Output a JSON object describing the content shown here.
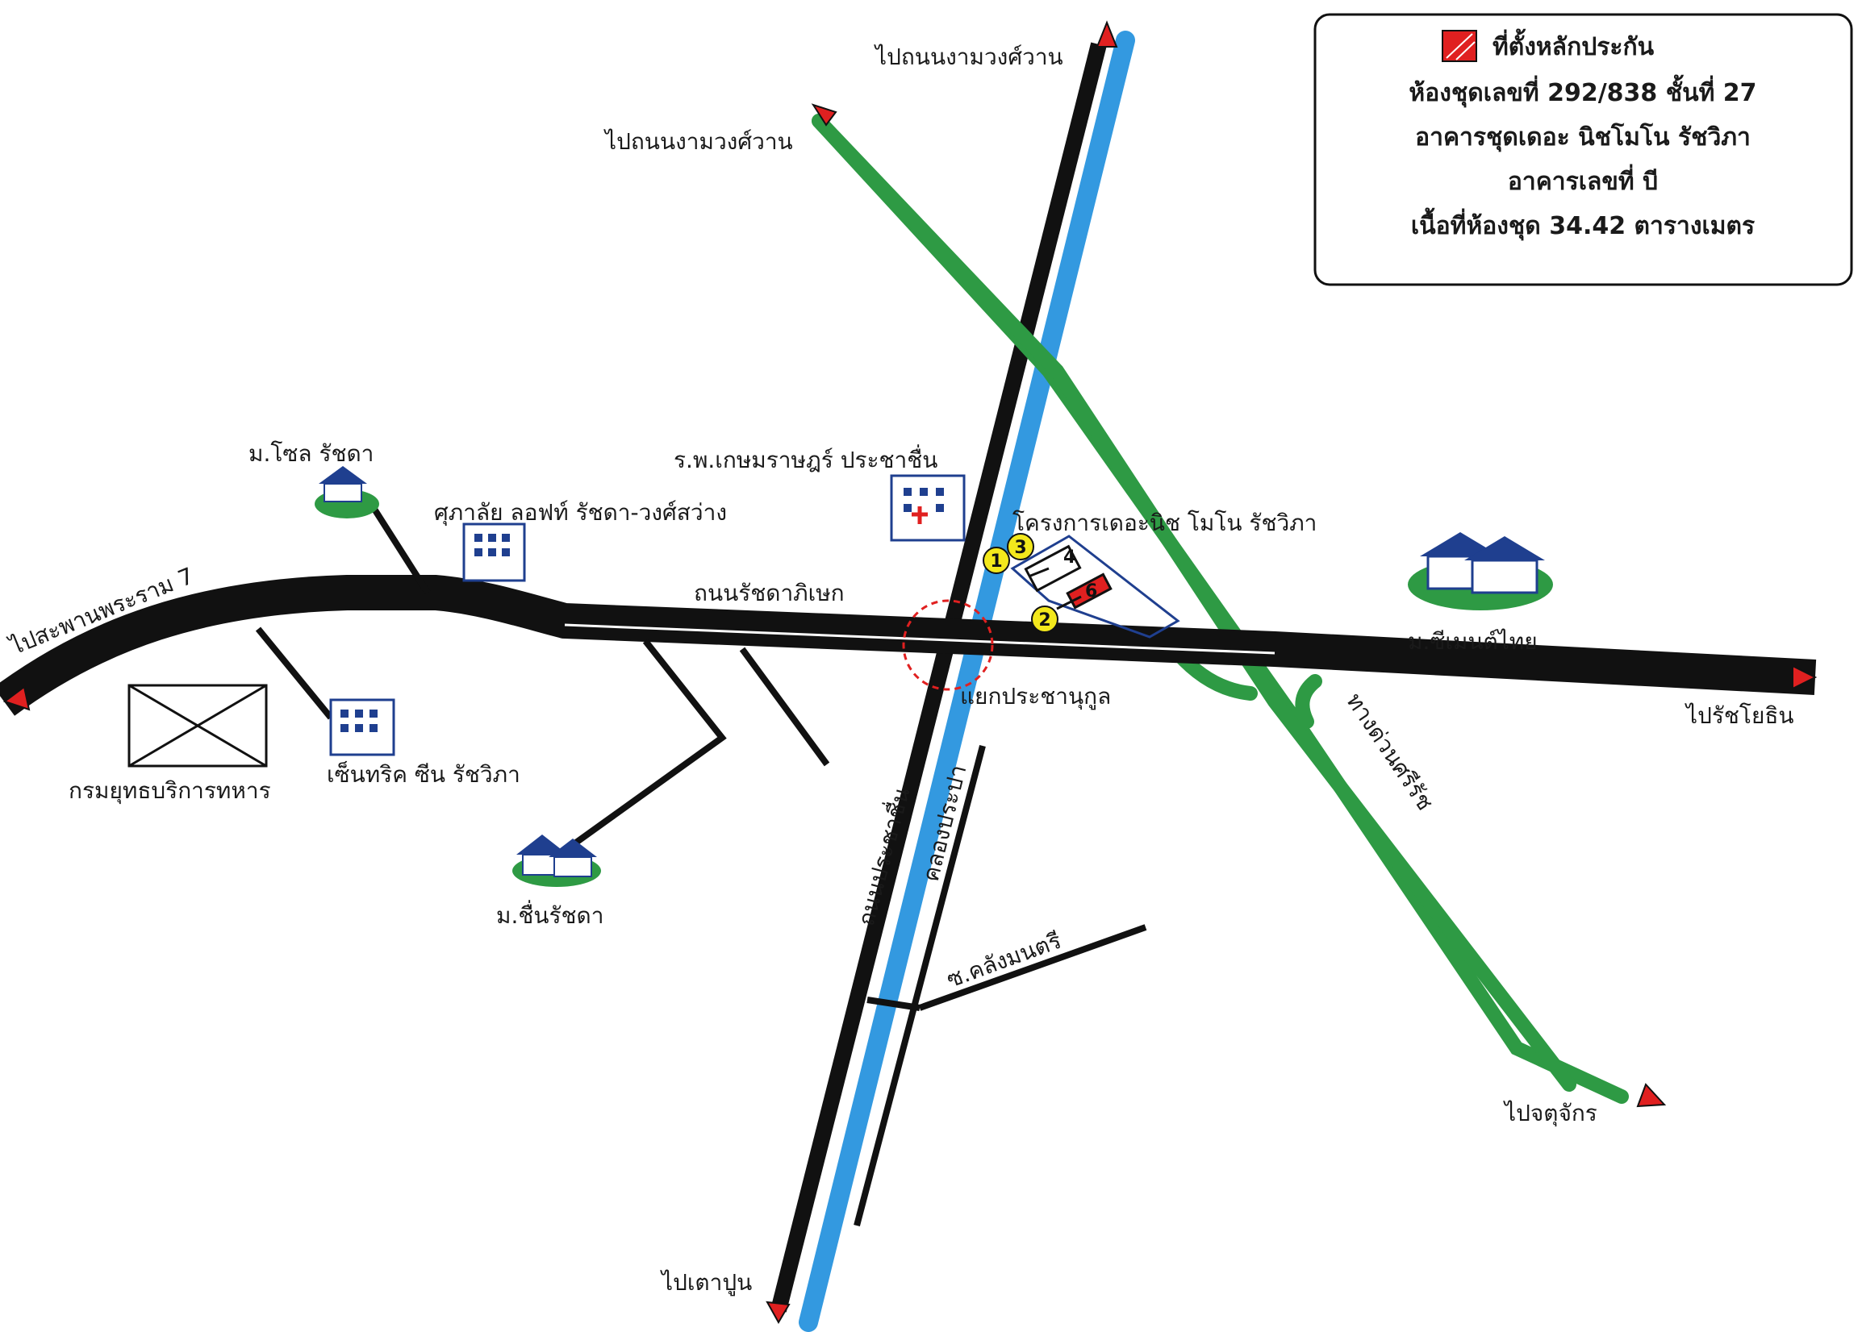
{
  "legend": {
    "title": "ที่ตั้งหลักประกัน",
    "lines": [
      "ห้องชุดเลขที่ 292/838 ชั้นที่ 27",
      "อาคารชุดเดอะ นิชโมโน รัชวิภา",
      "อาคารเลขที่ บี",
      "เนื้อที่ห้องชุด 34.42 ตารางเมตร"
    ],
    "marker_color": "#e02020"
  },
  "directions": {
    "north_top": "ไปถนนงามวงศ์วาน",
    "north_left": "ไปถนนงามวงศ์วาน",
    "west": "ไปสะพานพระราม 7",
    "east": "ไปรัชโยธิน",
    "south": "ไปเตาปูน",
    "southeast": "ไปจตุจักร"
  },
  "roads": {
    "ratchadaphisek": "ถนนรัชดาภิเษก",
    "prachachuen": "ถนนประชาชื่น",
    "canal": "คลองประปา",
    "expressway": "ทางด่วนศรีรัช",
    "soi": "ซ.คลังมนตรี",
    "intersection": "แยกประชานุกูล"
  },
  "places": {
    "soul_ratchada": "ม.โซล รัชดา",
    "supalai_loft": "ศุภาลัย ลอฟท์ รัชดา-วงศ์สว่าง",
    "hospital": "ร.พ.เกษมราษฎร์ ประชาชื่น",
    "project": "โครงการเดอะนิช โมโน รัชวิภา",
    "cement_thai": "ม.ซีเมนต์ไทย",
    "military": "กรมยุทธบริการทหาร",
    "centric": "เซ็นทริค ซีน รัชวิภา",
    "chuen_ratchada": "ม.ชื่นรัชดา"
  },
  "markers": [
    "1",
    "2",
    "3",
    "4",
    "6"
  ],
  "colors": {
    "road": "#111111",
    "canal": "#3399e0",
    "expressway": "#2e9a44",
    "arrow": "#e02020",
    "building": "#1f3f8f"
  }
}
